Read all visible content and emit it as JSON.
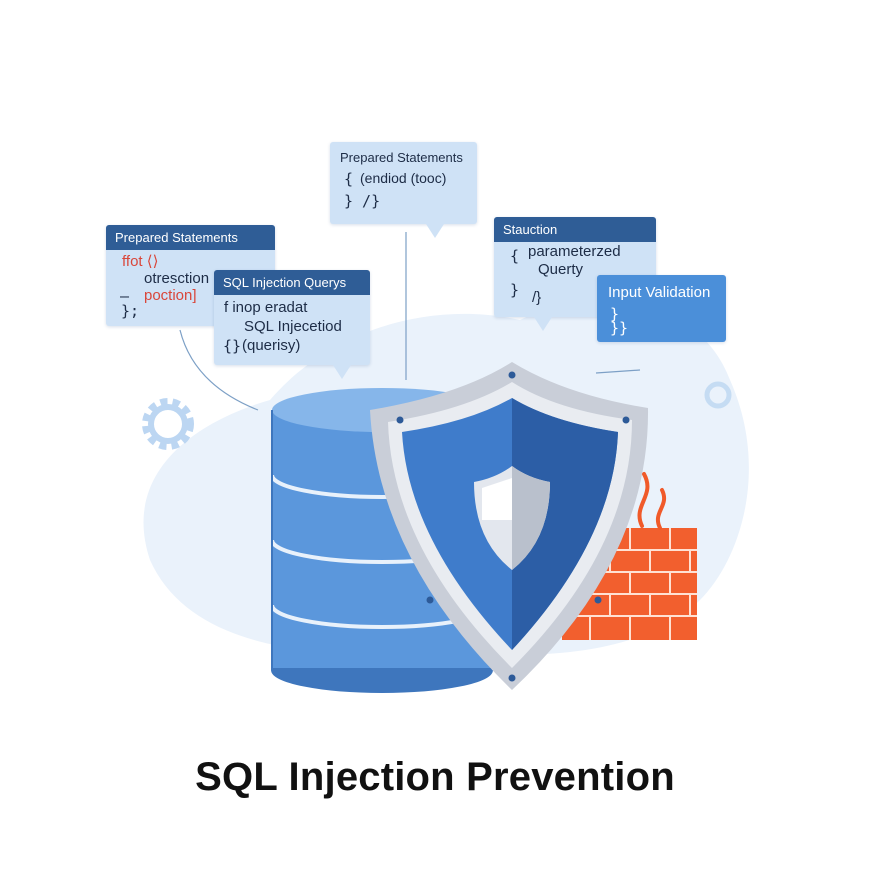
{
  "title": "SQL Injection Prevention",
  "cards": {
    "left": {
      "header": "Prepared Statements",
      "lines": [
        "ffot ⟨⟩",
        "otresction",
        "poction]",
        "–",
        "};"
      ]
    },
    "center_left": {
      "header": "SQL Injection Querys",
      "lines": [
        "f inop eradat",
        "SQL Injecetiod",
        "{}",
        "(querisy)"
      ]
    },
    "top": {
      "header": "Prepared Statements",
      "lines": [
        "{",
        "(endiod (tooc)",
        "} /}"
      ]
    },
    "right": {
      "header": "Stauction",
      "lines": [
        "{",
        "parameterzed",
        "Querty",
        "}",
        "/}"
      ]
    },
    "far_right": {
      "header": "Input Validation",
      "lines": [
        "}",
        "}}"
      ]
    }
  },
  "colors": {
    "card_bg": "#cfe2f6",
    "card_header": "#2f5d96",
    "accent_blue": "#4b8fd9",
    "code_red": "#d9463a",
    "firewall": "#f05a2a"
  },
  "icons": [
    "gear-icon",
    "database-icon",
    "shield-icon",
    "firewall-icon",
    "flame-icon",
    "ring-icon"
  ]
}
